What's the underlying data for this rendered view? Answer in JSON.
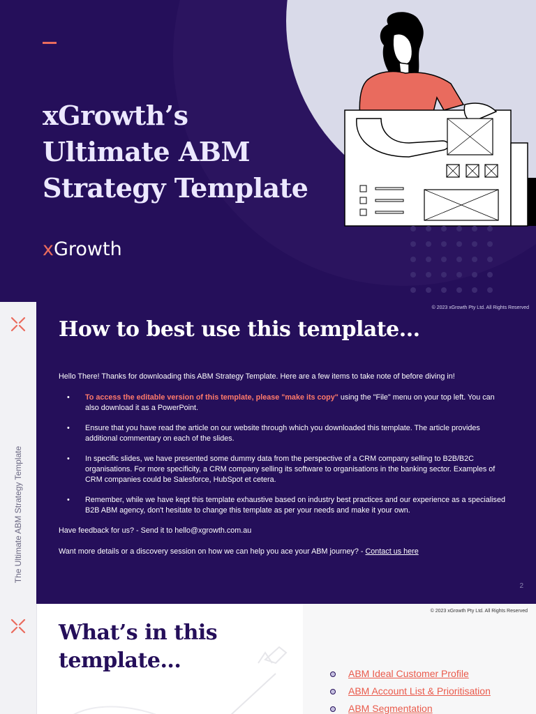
{
  "slide1": {
    "title_lines": [
      "xGrowth’s",
      "Ultimate ABM",
      "Strategy Template"
    ],
    "logo_x": "x",
    "logo_text": "Growth",
    "copyright": "© 2023 xGrowth Pty Ltd. All Rights Reserved"
  },
  "slide2": {
    "side_label": "The Ultimate ABM Strategy Template",
    "title": "How to best use this template...",
    "intro": "Hello There! Thanks for downloading this ABM Strategy Template. Here are a few items to take note of before diving in!",
    "bullet1_highlight": "To access the editable version of this template, please \"make its copy\"",
    "bullet1_rest": " using the \"File\" menu on your top left. You can also download it as a PowerPoint.",
    "bullet2": "Ensure that you have read the article on our website through which you downloaded this template. The article provides additional commentary on each of the slides.",
    "bullet3": "In specific slides, we have presented some dummy data from the perspective of a CRM company selling to B2B/B2C organisations. For more specificity, a CRM company selling its software to organisations in the banking sector. Examples of CRM companies could be Salesforce, HubSpot et cetera.",
    "bullet4": "Remember, while we have kept this template exhaustive based on industry best practices and our experience as a specialised B2B ABM agency, don't hesitate to change this template as per your needs and make it your own.",
    "feedback": "Have feedback for us? - Send it to hello@xgrowth.com.au",
    "more_text": "Want more details or a discovery session on how we can help you ace your ABM journey? - ",
    "contact_link": "Contact us here",
    "page_number": "2"
  },
  "slide3": {
    "title_lines": [
      "What’s in this",
      "template..."
    ],
    "copyright": "© 2023 xGrowth Pty Ltd. All Rights Reserved",
    "items": [
      "ABM Ideal Customer Profile",
      "ABM Account List & Prioritisation",
      "ABM Segmentation"
    ]
  },
  "colors": {
    "navy": "#250f5a",
    "coral": "#ea6b5d",
    "circle_light": "#d9dae9",
    "illustration_shirt": "#e96b5e"
  },
  "icons": [
    "x-mark-icon",
    "woman-illustration",
    "dot-grid-pattern",
    "dart-arrow-illustration"
  ]
}
